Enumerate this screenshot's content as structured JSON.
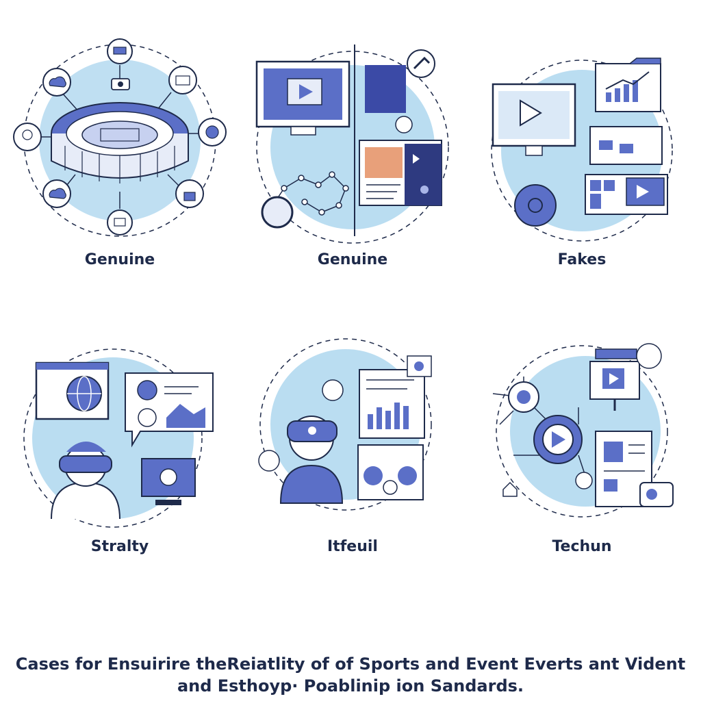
{
  "panels": [
    {
      "label": "Genuine",
      "icon": "stadium-network-icon"
    },
    {
      "label": "Genuine",
      "icon": "video-monitor-network-icon"
    },
    {
      "label": "Fakes",
      "icon": "video-charts-icon"
    },
    {
      "label": "Stralty",
      "icon": "vr-user-security-icon"
    },
    {
      "label": "Itfeuil",
      "icon": "vr-user-analytics-icon"
    },
    {
      "label": "Techun",
      "icon": "video-hub-document-icon"
    }
  ],
  "caption": {
    "line1": "Cases for Ensuirire theReiatlity of of Sports and Event Everts ant Vident",
    "line2": "and Esthoyp· Poablinip ion Sandards."
  },
  "colors": {
    "navy": "#1e2a4a",
    "accent": "#5b6fc7",
    "light_blue": "#a9d4ee",
    "orange": "#e8a07a",
    "dark_blue": "#2e3a80"
  }
}
